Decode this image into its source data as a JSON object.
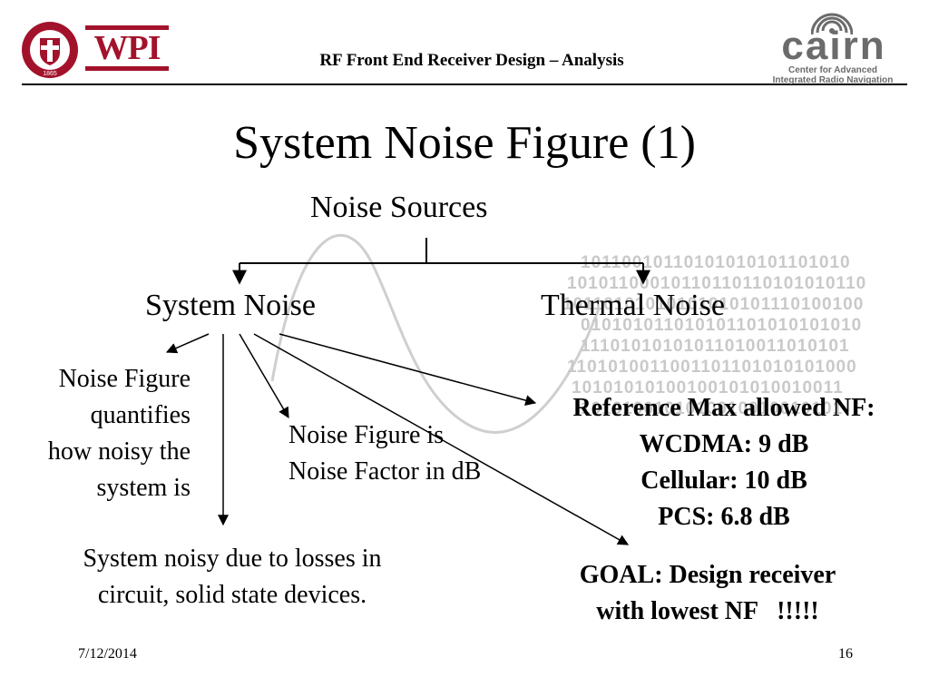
{
  "header": {
    "title": "RF Front End Receiver Design – Analysis",
    "wpi_logo_text": "WPI",
    "wpi_seal_year": "1865",
    "cairn_logo_text": "cairn",
    "cairn_tagline_line1": "Center for Advanced",
    "cairn_tagline_line2": "Integrated Radio Navigation"
  },
  "slide": {
    "title": "System Noise Figure (1)"
  },
  "diagram": {
    "root": "Noise Sources",
    "left_branch": "System Noise",
    "right_branch": "Thermal Noise",
    "nf_quantifies": [
      "Noise Figure",
      "quantifies",
      "how noisy the",
      "system is"
    ],
    "nf_is_factor": [
      "Noise Figure is",
      "Noise Factor in dB"
    ],
    "losses": [
      "System noisy due to losses in",
      "circuit, solid state devices."
    ],
    "reference": [
      "Reference Max allowed NF:",
      "WCDMA: 9 dB",
      "Cellular: 10 dB",
      "PCS: 6.8 dB"
    ],
    "goal": [
      "GOAL: Design receiver",
      "with lowest NF   !!!!!"
    ]
  },
  "background": {
    "binary_lines": [
      "10110010110101010101101010",
      "10101100010110110110101010110",
      "10110101010101010101110100100",
      "010101011010101101010101010",
      "11101010101011010011010101",
      "1101010011001101101010101000",
      "10101010100100101010010011",
      "1010100101010010010010101"
    ]
  },
  "footer": {
    "date": "7/12/2014",
    "page": "16"
  },
  "colors": {
    "wpi_red": "#a3122b",
    "cairn_gray": "#6b6b6b",
    "binary_gray": "#c9c9c9",
    "sine_gray": "#cfcfcf"
  }
}
